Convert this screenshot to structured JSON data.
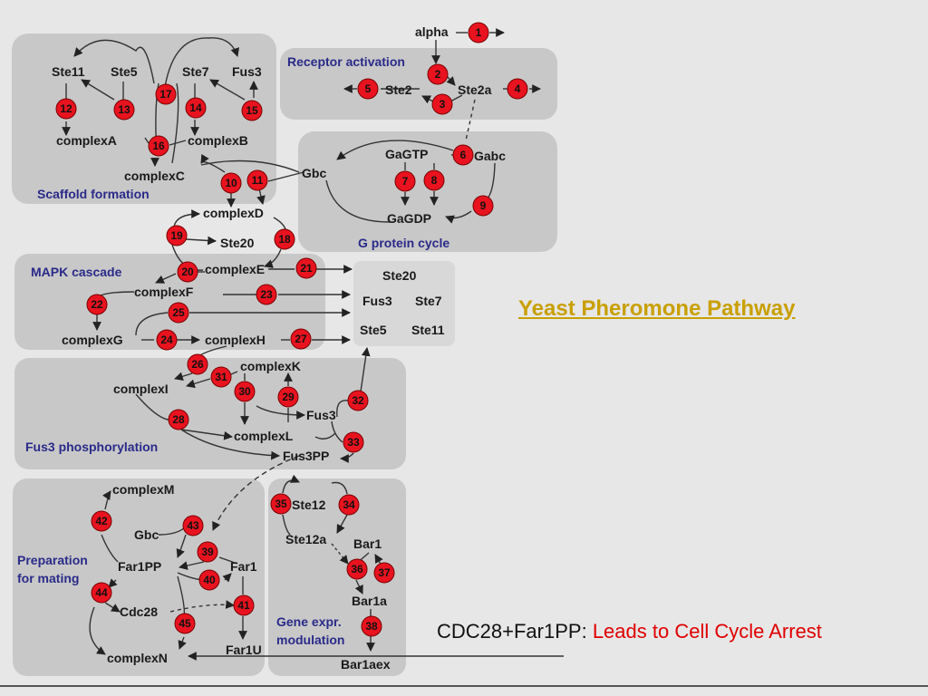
{
  "slide": {
    "title": "Yeast Pheromone Pathway",
    "note_prefix": "CDC28+Far1PP:",
    "note_highlight": "Leads to Cell Cycle Arrest"
  },
  "regions": {
    "scaffold": "Scaffold formation",
    "receptor": "Receptor activation",
    "gprotein": "G protein cycle",
    "mapk": "MAPK cascade",
    "fus3": "Fus3 phosphorylation",
    "prep1": "Preparation",
    "prep2": "for mating",
    "gene1": "Gene expr.",
    "gene2": "modulation"
  },
  "species": {
    "alpha": "alpha",
    "ste2": "Ste2",
    "ste2a": "Ste2a",
    "ste11": "Ste11",
    "ste5": "Ste5",
    "ste7": "Ste7",
    "fus3": "Fus3",
    "complexA": "complexA",
    "complexB": "complexB",
    "complexC": "complexC",
    "gbc": "Gbc",
    "gagtp": "GaGTP",
    "gabc": "Gabc",
    "gagdp": "GaGDP",
    "complexD": "complexD",
    "ste20": "Ste20",
    "complexE": "complexE",
    "complexF": "complexF",
    "complexG": "complexG",
    "complexH": "complexH",
    "box_ste20": "Ste20",
    "box_fus3": "Fus3",
    "box_ste7": "Ste7",
    "box_ste5": "Ste5",
    "box_ste11": "Ste11",
    "complexK": "complexK",
    "complexI": "complexI",
    "fus3b": "Fus3",
    "complexL": "complexL",
    "fus3pp": "Fus3PP",
    "complexM": "complexM",
    "gbc2": "Gbc",
    "far1pp": "Far1PP",
    "far1": "Far1",
    "cdc28": "Cdc28",
    "far1u": "Far1U",
    "complexN": "complexN",
    "ste12": "Ste12",
    "ste12a": "Ste12a",
    "bar1": "Bar1",
    "bar1a": "Bar1a",
    "bar1aex": "Bar1aex"
  },
  "reactions": [
    "1",
    "2",
    "3",
    "4",
    "5",
    "6",
    "7",
    "8",
    "9",
    "10",
    "11",
    "12",
    "13",
    "14",
    "15",
    "16",
    "17",
    "18",
    "19",
    "20",
    "21",
    "22",
    "23",
    "24",
    "25",
    "26",
    "27",
    "28",
    "29",
    "30",
    "31",
    "32",
    "33",
    "34",
    "35",
    "36",
    "37",
    "38",
    "39",
    "40",
    "41",
    "42",
    "43",
    "44",
    "45"
  ],
  "colors": {
    "node": "#e8131f",
    "region": "#c8c8c8",
    "title": "#c9a000",
    "highlight": "#e00000",
    "region_label": "#2a2a8a"
  }
}
